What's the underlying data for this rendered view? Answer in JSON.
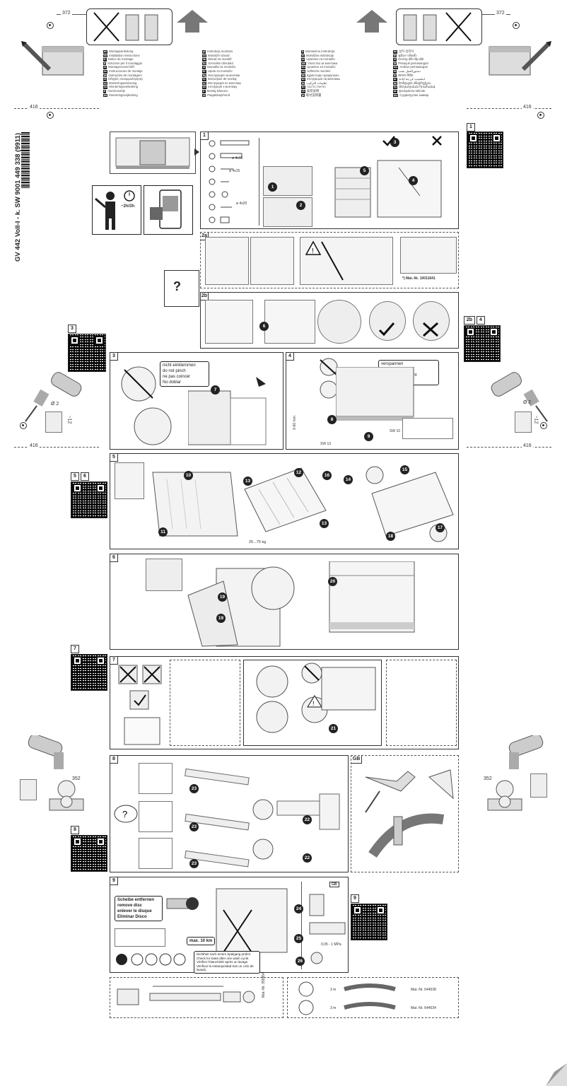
{
  "header": {
    "dim_372_left": "372",
    "dim_372_right": "372",
    "dim_416_left": "416",
    "dim_416_right": "416",
    "dim_416_mid_left": "416",
    "dim_416_mid_right": "416"
  },
  "side_code": "GV 442 Voll-I - k. SW  9001 449 338 (9911)",
  "timer": "~2h/3h",
  "qr_labels": {
    "q1": "1",
    "q3": "3",
    "q2b": "2b",
    "q4": "4",
    "q5": "5",
    "q6": "6",
    "q7": "7",
    "q8": "8",
    "q9": "9"
  },
  "panels": {
    "p1": "1",
    "p2a": "2a",
    "p2b": "2b",
    "p3": "3",
    "p4": "4",
    "p5": "5",
    "p6": "6",
    "p7": "7",
    "p8": "8",
    "p9": "9",
    "pgb": "GB"
  },
  "p1_screws": [
    "ø 4x15",
    "ø 4x15",
    "ø 4x20"
  ],
  "p1_mat": "*) Mat.-Nr. 10011641",
  "p3_callout": [
    "nicht einklemmen",
    "do not pinch",
    "ne pas coincer",
    "No doblar"
  ],
  "p4_callout": [
    "verspannen",
    "brace",
    "caler verticalement",
    "Enrasar"
  ],
  "p4_labels": {
    "sw13": "SW 13",
    "sw10": "SW 10",
    "range": "0-60 mm"
  },
  "p5_label": "25...75 kg",
  "drill": {
    "d2_left": "Ø 2",
    "d2_right": "Ø 2",
    "d12_left": "~12",
    "d12_right": "~12",
    "d352_left": "352",
    "d352_right": "352"
  },
  "p9_callout": [
    "Scheibe entfernen",
    "remove disc",
    "enlever le disque",
    "Eliminar Disco"
  ],
  "p9_max": "max. 10 km",
  "p9_pressure": "0,05 - 1 MPa",
  "p9_leak": [
    "Dichtheit nach einem Spülgang prüfen.",
    "Check for leaks after one wash cycle.",
    "Vérifiez l'étanchéité après un lavage.",
    "Verificar la estanqueidad tras un ciclo de lavado."
  ],
  "p9_gb": "GB",
  "bottom": {
    "mat_left": "Mat.-Nr. 355954",
    "len_3m_a": "3 m",
    "len_3m_b": "3 m",
    "mat1": "Mat.-Nr. 644538",
    "mat2": "Mat.-Nr. 644534"
  },
  "langs_col1": [
    [
      "de",
      "Montageanleitung"
    ],
    [
      "en",
      "Installation instructions"
    ],
    [
      "fr",
      "Notice de montage"
    ],
    [
      "it",
      "Istruzioni per il montaggio"
    ],
    [
      "nl",
      "Montagevoorschrift"
    ],
    [
      "es",
      "Instrucciones de montaje"
    ],
    [
      "pt",
      "Instruções de montagem"
    ],
    [
      "el",
      "Οδηγίες συναρμολόγησης"
    ],
    [
      "sv",
      "Monteringsanvisning"
    ],
    [
      "no",
      "Monteringsveiledning"
    ],
    [
      "fi",
      "Asennusohje"
    ],
    [
      "da",
      "Monteringsvejledning"
    ]
  ],
  "langs_col2": [
    [
      "pl",
      "Instrukcja montażu"
    ],
    [
      "cs",
      "Montážní návod"
    ],
    [
      "sk",
      "Návod na montáž"
    ],
    [
      "hu",
      "Szerelési útmutató"
    ],
    [
      "sl",
      "Navodila za montažo"
    ],
    [
      "hr",
      "Uputa za montažu"
    ],
    [
      "bg",
      "Инструкция за монтаж"
    ],
    [
      "ro",
      "Instrucţiuni de montaj"
    ],
    [
      "ru",
      "Инструкция по монтажу"
    ],
    [
      "uk",
      "Інструкція з монтажу"
    ],
    [
      "tr",
      "Montaj kılavuzu"
    ],
    [
      "et",
      "Paigaldusjuhend"
    ]
  ],
  "langs_col3": [
    [
      "lt",
      "Montavimo instrukcija"
    ],
    [
      "lv",
      "Montāžas instrukcija"
    ],
    [
      "sr",
      "Uputstvo za montažu"
    ],
    [
      "mk",
      "Упатство за монтажа"
    ],
    [
      "bs",
      "Uputstvo za montažu"
    ],
    [
      "sq",
      "Udhëzim montimi"
    ],
    [
      "kk",
      "Құрастыру нұсқаулығы"
    ],
    [
      "be",
      "Інструкцыя па мантажы"
    ],
    [
      "ar",
      "تعليمات التركيب"
    ],
    [
      "he",
      "הוראות הרכבה"
    ],
    [
      "zh",
      "安装说明"
    ],
    [
      "ja",
      "取付説明書"
    ]
  ],
  "langs_col4": [
    [
      "ko",
      "설치 설명서"
    ],
    [
      "th",
      "คู่มือการติดตั้ง"
    ],
    [
      "vi",
      "Hướng dẫn lắp đặt"
    ],
    [
      "id",
      "Petunjuk pemasangan"
    ],
    [
      "ms",
      "Arahan pemasangan"
    ],
    [
      "fa",
      "دستورالعمل نصب"
    ],
    [
      "hi",
      "स्थापना निर्देश"
    ],
    [
      "ur",
      "تنصیب کی ہدایات"
    ],
    [
      "ka",
      "მონტაჟის ინსტრუქცია"
    ],
    [
      "hy",
      "Տեղադրման հրահանգ"
    ],
    [
      "az",
      "Quraşdırma təlimatı"
    ],
    [
      "mn",
      "Суурилуулах заавар"
    ]
  ]
}
